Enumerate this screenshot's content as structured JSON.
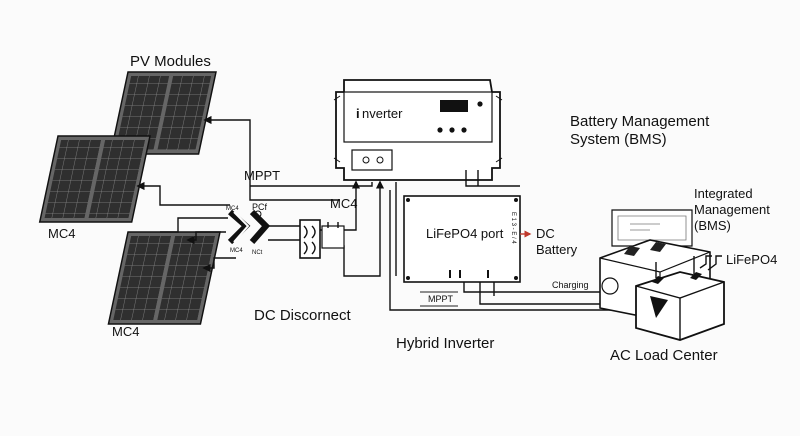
{
  "labels": {
    "pv_modules": "PV Modules",
    "mc4_left": "MC4",
    "mc4_bottom": "MC4",
    "mppt_top": "MPPT",
    "mc4_center": "MC4",
    "mc4_small_top": "MC4",
    "mc4_small_bottom": "MC4",
    "pc_label": "PCf",
    "nc_label": "NCt",
    "dc_disconnect": "DC Discornect",
    "inverter_brand": "nverter",
    "bms_title_line1": "Battery Management",
    "bms_title_line2": "System (BMS)",
    "lifepo4_port": "LiFePO4 port",
    "port_code": "E 1 3 - E / 4",
    "dc_battery_line1": "DC",
    "dc_battery_line2": "Battery",
    "mppt_small": "MPPT",
    "charging": "Charging",
    "hybrid_inverter": "Hybrid Inverter",
    "integrated_line1": "Integrated",
    "integrated_line2": "Management",
    "integrated_line3": "(BMS)",
    "lifepo4_right": "LiFePO4",
    "ac_load_center": "AC Load Center"
  },
  "colors": {
    "ink": "#111111",
    "panel_cell": "#2b2b2b",
    "panel_frame": "#6a6a6a",
    "accent_red": "#c0392b",
    "background": "#fbfbfb"
  }
}
